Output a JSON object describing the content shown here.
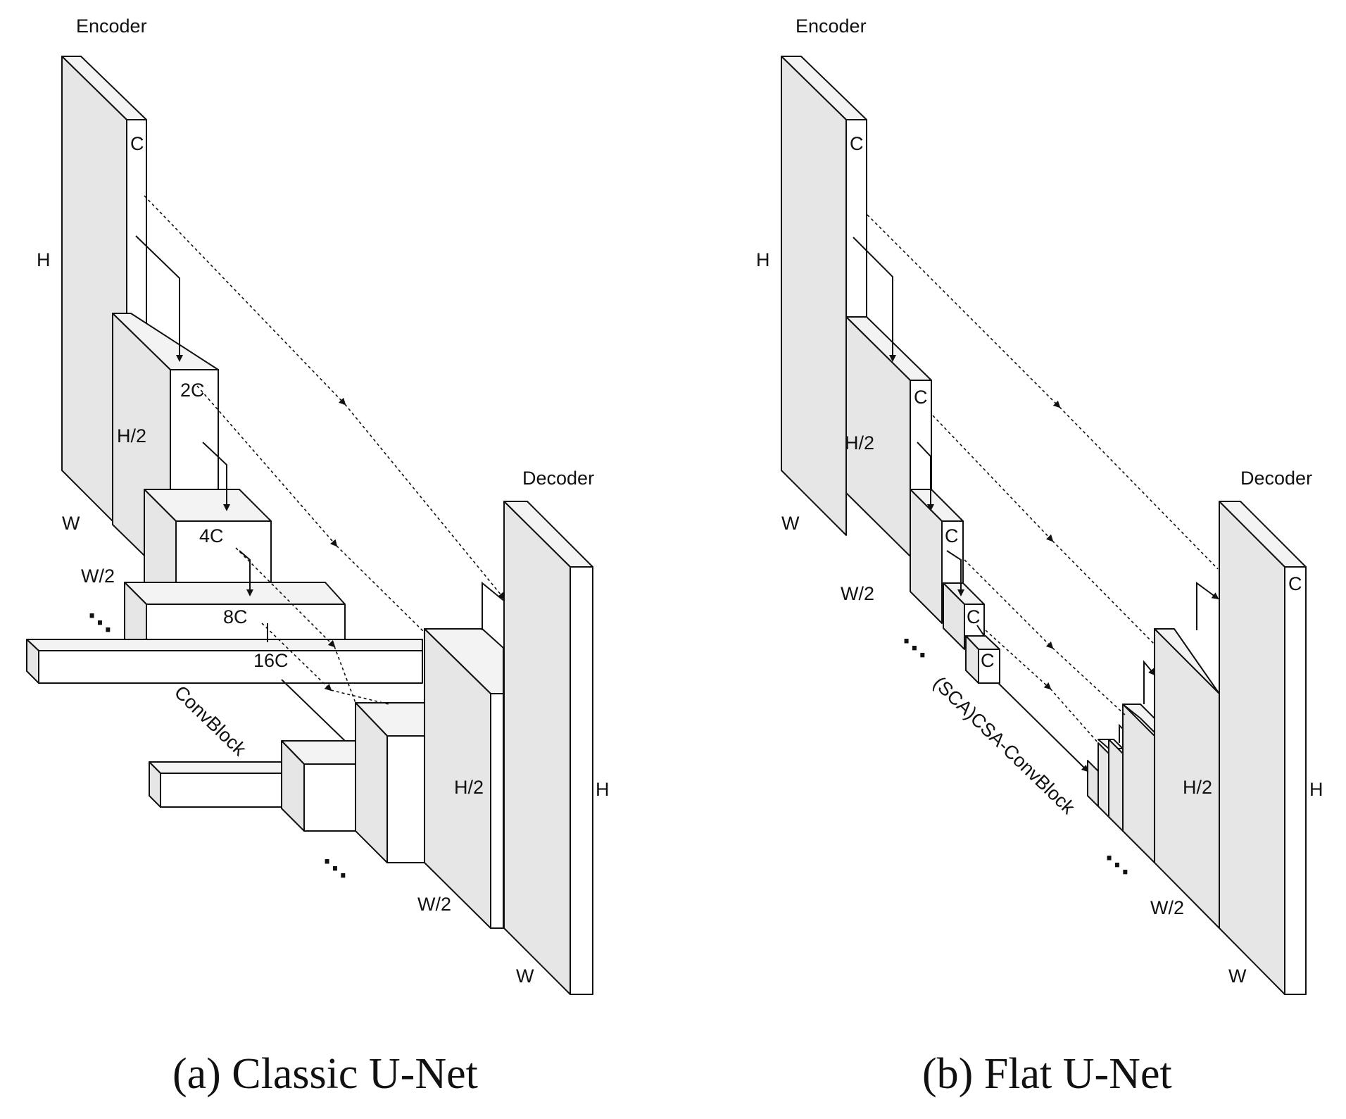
{
  "panel_a": {
    "caption": "(a) Classic U-Net",
    "encoder_label": "Encoder",
    "decoder_label": "Decoder",
    "block_label": "ConvBlock",
    "enc": {
      "h": "H",
      "w": "W",
      "c": "C",
      "h2": "H/2",
      "w2": "W/2",
      "c2": "2C",
      "c4": "4C",
      "c8": "8C",
      "c16": "16C"
    },
    "dec": {
      "h": "H",
      "w": "W",
      "h2": "H/2",
      "w2": "W/2"
    },
    "ellipsis": "⋱"
  },
  "panel_b": {
    "caption": "(b) Flat U-Net",
    "encoder_label": "Encoder",
    "decoder_label": "Decoder",
    "block_label": "(SCA)CSA-ConvBlock",
    "enc": {
      "h": "H",
      "w": "W",
      "c": "C",
      "h2": "H/2",
      "w2": "W/2",
      "c_l2": "C",
      "c_l3": "C",
      "c_l4": "C",
      "c_l5": "C"
    },
    "dec": {
      "h": "H",
      "w": "W",
      "h2": "H/2",
      "w2": "W/2",
      "c": "C"
    },
    "ellipsis": "⋱"
  },
  "icons": [
    "solid-arrow-icon",
    "dashed-skip-arrow-icon"
  ]
}
